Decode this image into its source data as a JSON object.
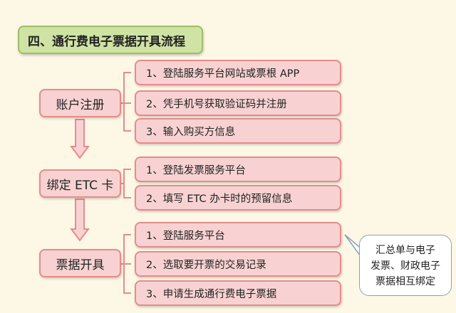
{
  "title": "四、通行费电子票据开具流程",
  "groups": [
    {
      "label": "账户注册",
      "steps": [
        "1、登陆服务平台网站或票根 APP",
        "2、凭手机号获取验证码并注册",
        "3、输入购买方信息"
      ]
    },
    {
      "label": "绑定 ETC 卡",
      "steps": [
        "1、登陆发票服务平台",
        "2、填写 ETC 办卡时的预留信息"
      ]
    },
    {
      "label": "票据开具",
      "steps": [
        "1、登陆服务平台",
        "2、选取要开票的交易记录",
        "3、申请生成通行费电子票据"
      ]
    }
  ],
  "callout": "汇总单与电子\n发票、财政电子\n票据相互绑定",
  "colors": {
    "background": "#fdf7e6",
    "title_fill": "#cfe3a4",
    "box_fill": "#f8d2d2",
    "box_border": "#e68b8b"
  }
}
